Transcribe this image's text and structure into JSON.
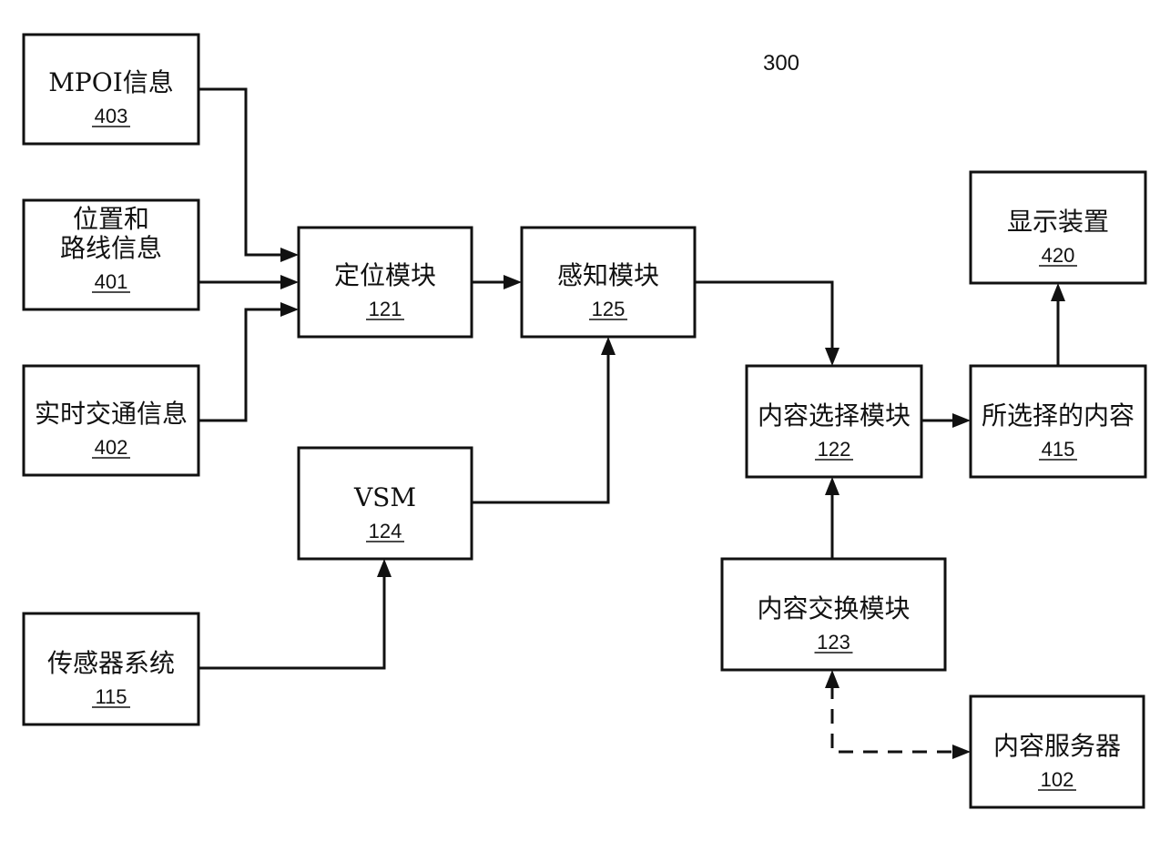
{
  "figure_number": "300",
  "nodes": {
    "mpoi": {
      "label": [
        "MPOI信息"
      ],
      "number": "403"
    },
    "route": {
      "label": [
        "位置和",
        "路线信息"
      ],
      "number": "401"
    },
    "traffic": {
      "label": [
        "实时交通信息"
      ],
      "number": "402"
    },
    "locate": {
      "label": [
        "定位模块"
      ],
      "number": "121"
    },
    "percept": {
      "label": [
        "感知模块"
      ],
      "number": "125"
    },
    "vsm": {
      "label": [
        "VSM"
      ],
      "number": "124"
    },
    "sensor": {
      "label": [
        "传感器系统"
      ],
      "number": "115"
    },
    "select": {
      "label": [
        "内容选择模块"
      ],
      "number": "122"
    },
    "exchange": {
      "label": [
        "内容交换模块"
      ],
      "number": "123"
    },
    "chosen": {
      "label": [
        "所选择的内容"
      ],
      "number": "415"
    },
    "display": {
      "label": [
        "显示装置"
      ],
      "number": "420"
    },
    "server": {
      "label": [
        "内容服务器"
      ],
      "number": "102"
    }
  },
  "edges": [
    {
      "from": "mpoi",
      "to": "locate"
    },
    {
      "from": "route",
      "to": "locate"
    },
    {
      "from": "traffic",
      "to": "locate"
    },
    {
      "from": "locate",
      "to": "percept"
    },
    {
      "from": "vsm",
      "to": "percept"
    },
    {
      "from": "sensor",
      "to": "vsm"
    },
    {
      "from": "percept",
      "to": "select"
    },
    {
      "from": "select",
      "to": "chosen"
    },
    {
      "from": "chosen",
      "to": "display"
    },
    {
      "from": "exchange",
      "to": "select"
    },
    {
      "from": "exchange",
      "to": "server",
      "style": "dashed",
      "bidirectional": true
    }
  ]
}
